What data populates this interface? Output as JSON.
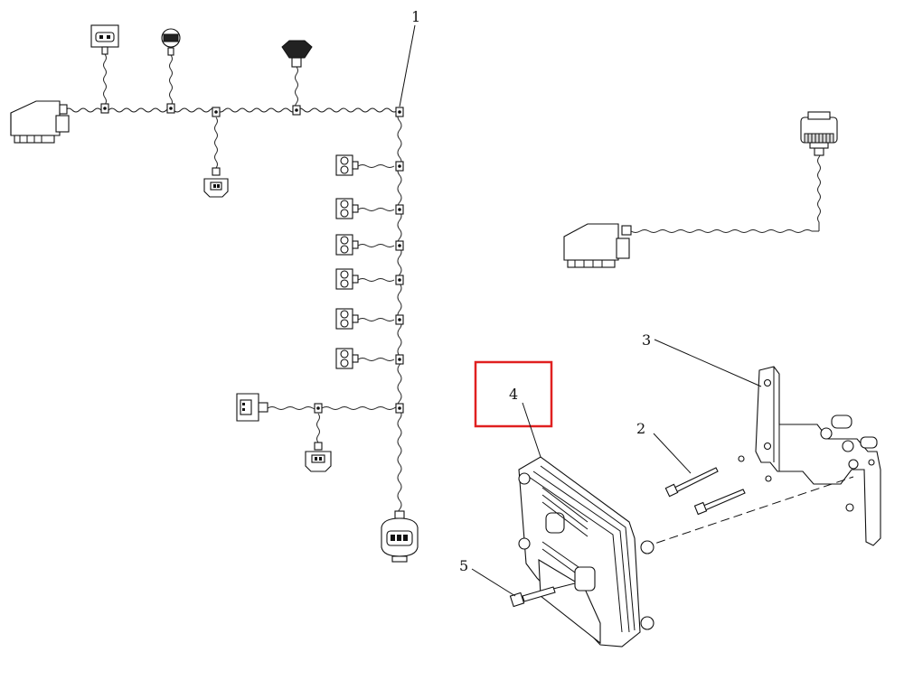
{
  "figure": {
    "callouts": [
      {
        "id": "1",
        "label": "1"
      },
      {
        "id": "2",
        "label": "2"
      },
      {
        "id": "3",
        "label": "3"
      },
      {
        "id": "4",
        "label": "4"
      },
      {
        "id": "5",
        "label": "5"
      }
    ],
    "highlight": {
      "target": "4",
      "color": "#e02020"
    }
  }
}
